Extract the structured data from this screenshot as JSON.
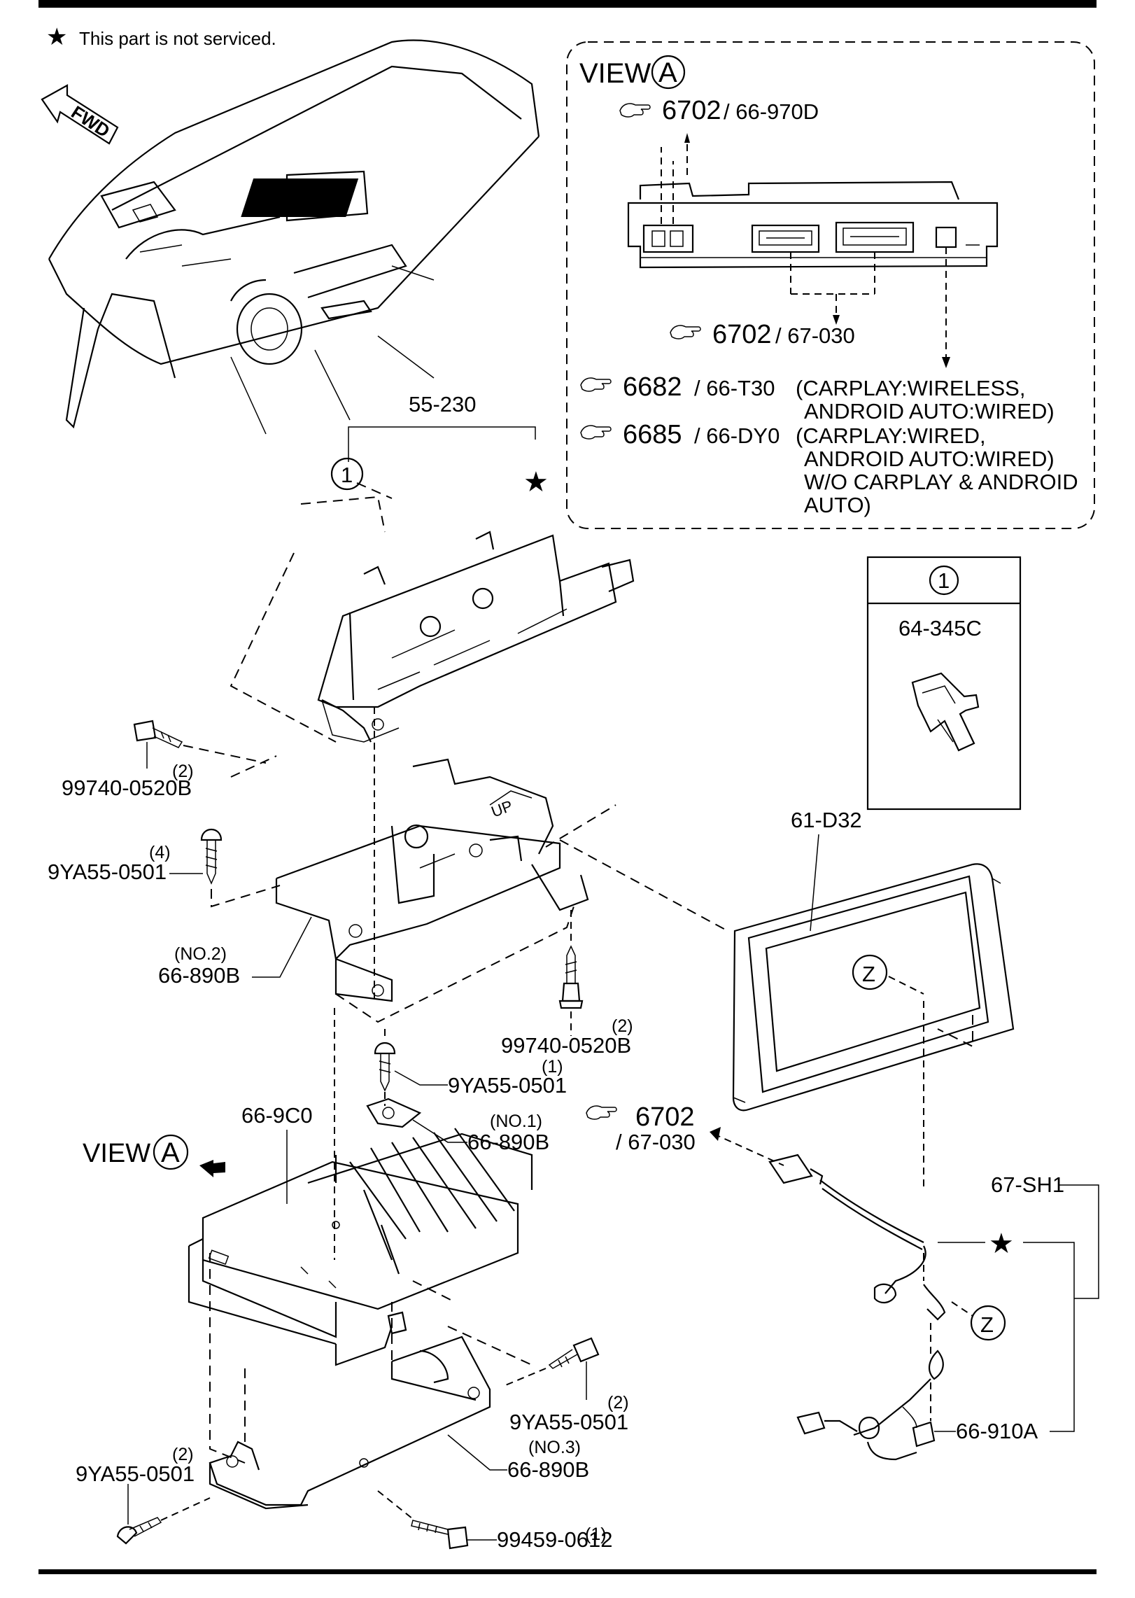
{
  "note": {
    "star": "★",
    "text": "This part is not serviced."
  },
  "fwd": "FWD",
  "view_a_box": {
    "view": "VIEW",
    "letter": "A",
    "refs": [
      {
        "ref": "6702",
        "code": "/ 66-970D"
      },
      {
        "ref": "6702",
        "code": "/ 67-030"
      },
      {
        "ref": "6682",
        "code": "/ 66-T30"
      },
      {
        "ref": "6685",
        "code": "/ 66-DY0"
      }
    ],
    "notes": [
      "(CARPLAY:WIRELESS,",
      "ANDROID AUTO:WIRED)",
      "(CARPLAY:WIRED,",
      "ANDROID AUTO:WIRED)",
      "W/O CARPLAY & ANDROID",
      "AUTO)"
    ]
  },
  "legend": {
    "circle": "1",
    "part": "64-345C"
  },
  "labels": {
    "p55_230": "55-230",
    "callout_1": "1",
    "star": "★",
    "p99740_a": "99740-0520B",
    "p99740_a_qty": "(2)",
    "p9ya55_4": "9YA55-0501",
    "p9ya55_4_qty": "(4)",
    "no2": "(NO.2)",
    "p66_890b_2": "66-890B",
    "p99740_b": "99740-0520B",
    "p99740_b_qty": "(2)",
    "p9ya55_1": "9YA55-0501",
    "p9ya55_1_qty": "(1)",
    "no1": "(NO.1)",
    "p66_890b_1": "66-890B",
    "p66_9c0": "66-9C0",
    "view": "VIEW",
    "view_letter": "A",
    "p61_d32": "61-D32",
    "z": "Z",
    "ref_6702": "6702",
    "ref_6702_code": "/ 67-030",
    "p67_sh1": "67-SH1",
    "p9ya55_2a": "9YA55-0501",
    "p9ya55_2a_qty": "(2)",
    "p9ya55_2b": "9YA55-0501",
    "p9ya55_2b_qty": "(2)",
    "no3": "(NO.3)",
    "p66_890b_3": "66-890B",
    "p99459": "99459-0612",
    "p99459_qty": "(1)",
    "p66_910a": "66-910A"
  }
}
